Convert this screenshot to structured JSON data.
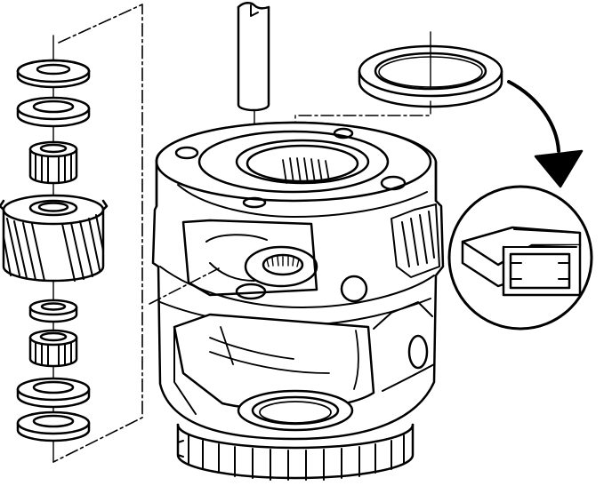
{
  "figure": {
    "kind": "exploded-assembly-line-drawing",
    "ink_color": "#000000",
    "paper_color": "#ffffff",
    "parts_stack": [
      "thrust-washer",
      "thrust-washer",
      "needle-bearing",
      "helical-pinion-gear",
      "thrust-washer",
      "needle-bearing",
      "thrust-washer",
      "thrust-washer"
    ],
    "callouts": [
      "shaft",
      "seal-ring",
      "seal-detail-magnified"
    ]
  }
}
